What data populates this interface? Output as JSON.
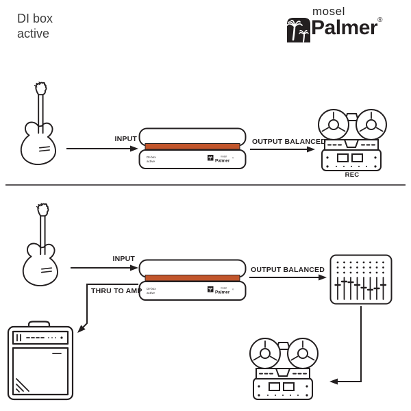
{
  "colors": {
    "line": "#231f20",
    "accent": "#c1552b",
    "title": "#3d3d3d"
  },
  "header": {
    "title_line1": "DI box",
    "title_line2": "active",
    "logo": {
      "mosel": "mosel",
      "palmer": "Palmer",
      "registered": "®"
    }
  },
  "labels": {
    "input_top": "INPUT",
    "output_top": "OUTPUT BALANCED",
    "rec": "REC",
    "input_bottom": "INPUT",
    "output_bottom": "OUTPUT BALANCED",
    "thru": "THRU TO AMP"
  },
  "di_box_top": {
    "model": "DI-box",
    "variant": "active",
    "brand_small": "mosel",
    "brand": "Palmer",
    "registered": "®"
  },
  "di_box_bottom": {
    "model": "DI-box",
    "variant": "active",
    "brand_small": "mosel",
    "brand": "Palmer",
    "registered": "®"
  }
}
